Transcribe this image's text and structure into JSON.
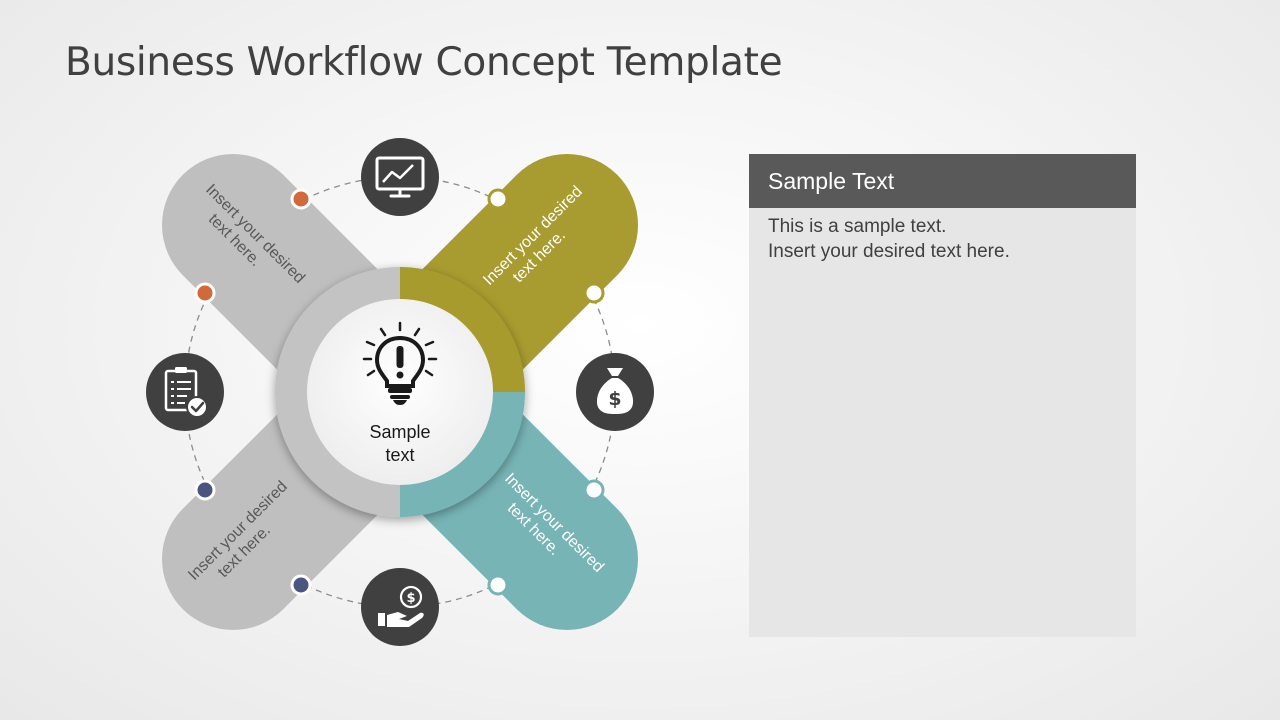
{
  "title": "Business Workflow Concept Template",
  "center": {
    "line1": "Sample",
    "line2": "text",
    "icon": "lightbulb-exclamation-icon"
  },
  "arms": [
    {
      "id": "top-left",
      "line1": "Insert your desired",
      "line2": "text here.",
      "color": "#bfbfbf",
      "text_color": "#595959"
    },
    {
      "id": "top-right",
      "line1": "Insert your desired",
      "line2": "text here.",
      "color": "#a89b2f",
      "text_color": "#ffffff"
    },
    {
      "id": "bottom-right",
      "line1": "Insert your desired",
      "line2": "text here.",
      "color": "#77b4b6",
      "text_color": "#ffffff"
    },
    {
      "id": "bottom-left",
      "line1": "Insert your desired",
      "line2": "text here.",
      "color": "#bfbfbf",
      "text_color": "#595959"
    }
  ],
  "icons": [
    {
      "name": "presentation-chart-icon",
      "position": "top"
    },
    {
      "name": "money-bag-icon",
      "position": "right"
    },
    {
      "name": "hand-coin-icon",
      "position": "bottom"
    },
    {
      "name": "clipboard-check-icon",
      "position": "left"
    }
  ],
  "colors": {
    "icon_circle": "#404040",
    "dot_orange": "#d2693b",
    "dot_navy": "#4a5680",
    "dot_olive": "#a89b2f",
    "dot_teal": "#77b4b6",
    "panel_header": "#595959",
    "panel_body": "#e6e6e6"
  },
  "panel": {
    "header": "Sample Text",
    "line1": "This is a sample text.",
    "line2": "Insert your desired text here."
  }
}
